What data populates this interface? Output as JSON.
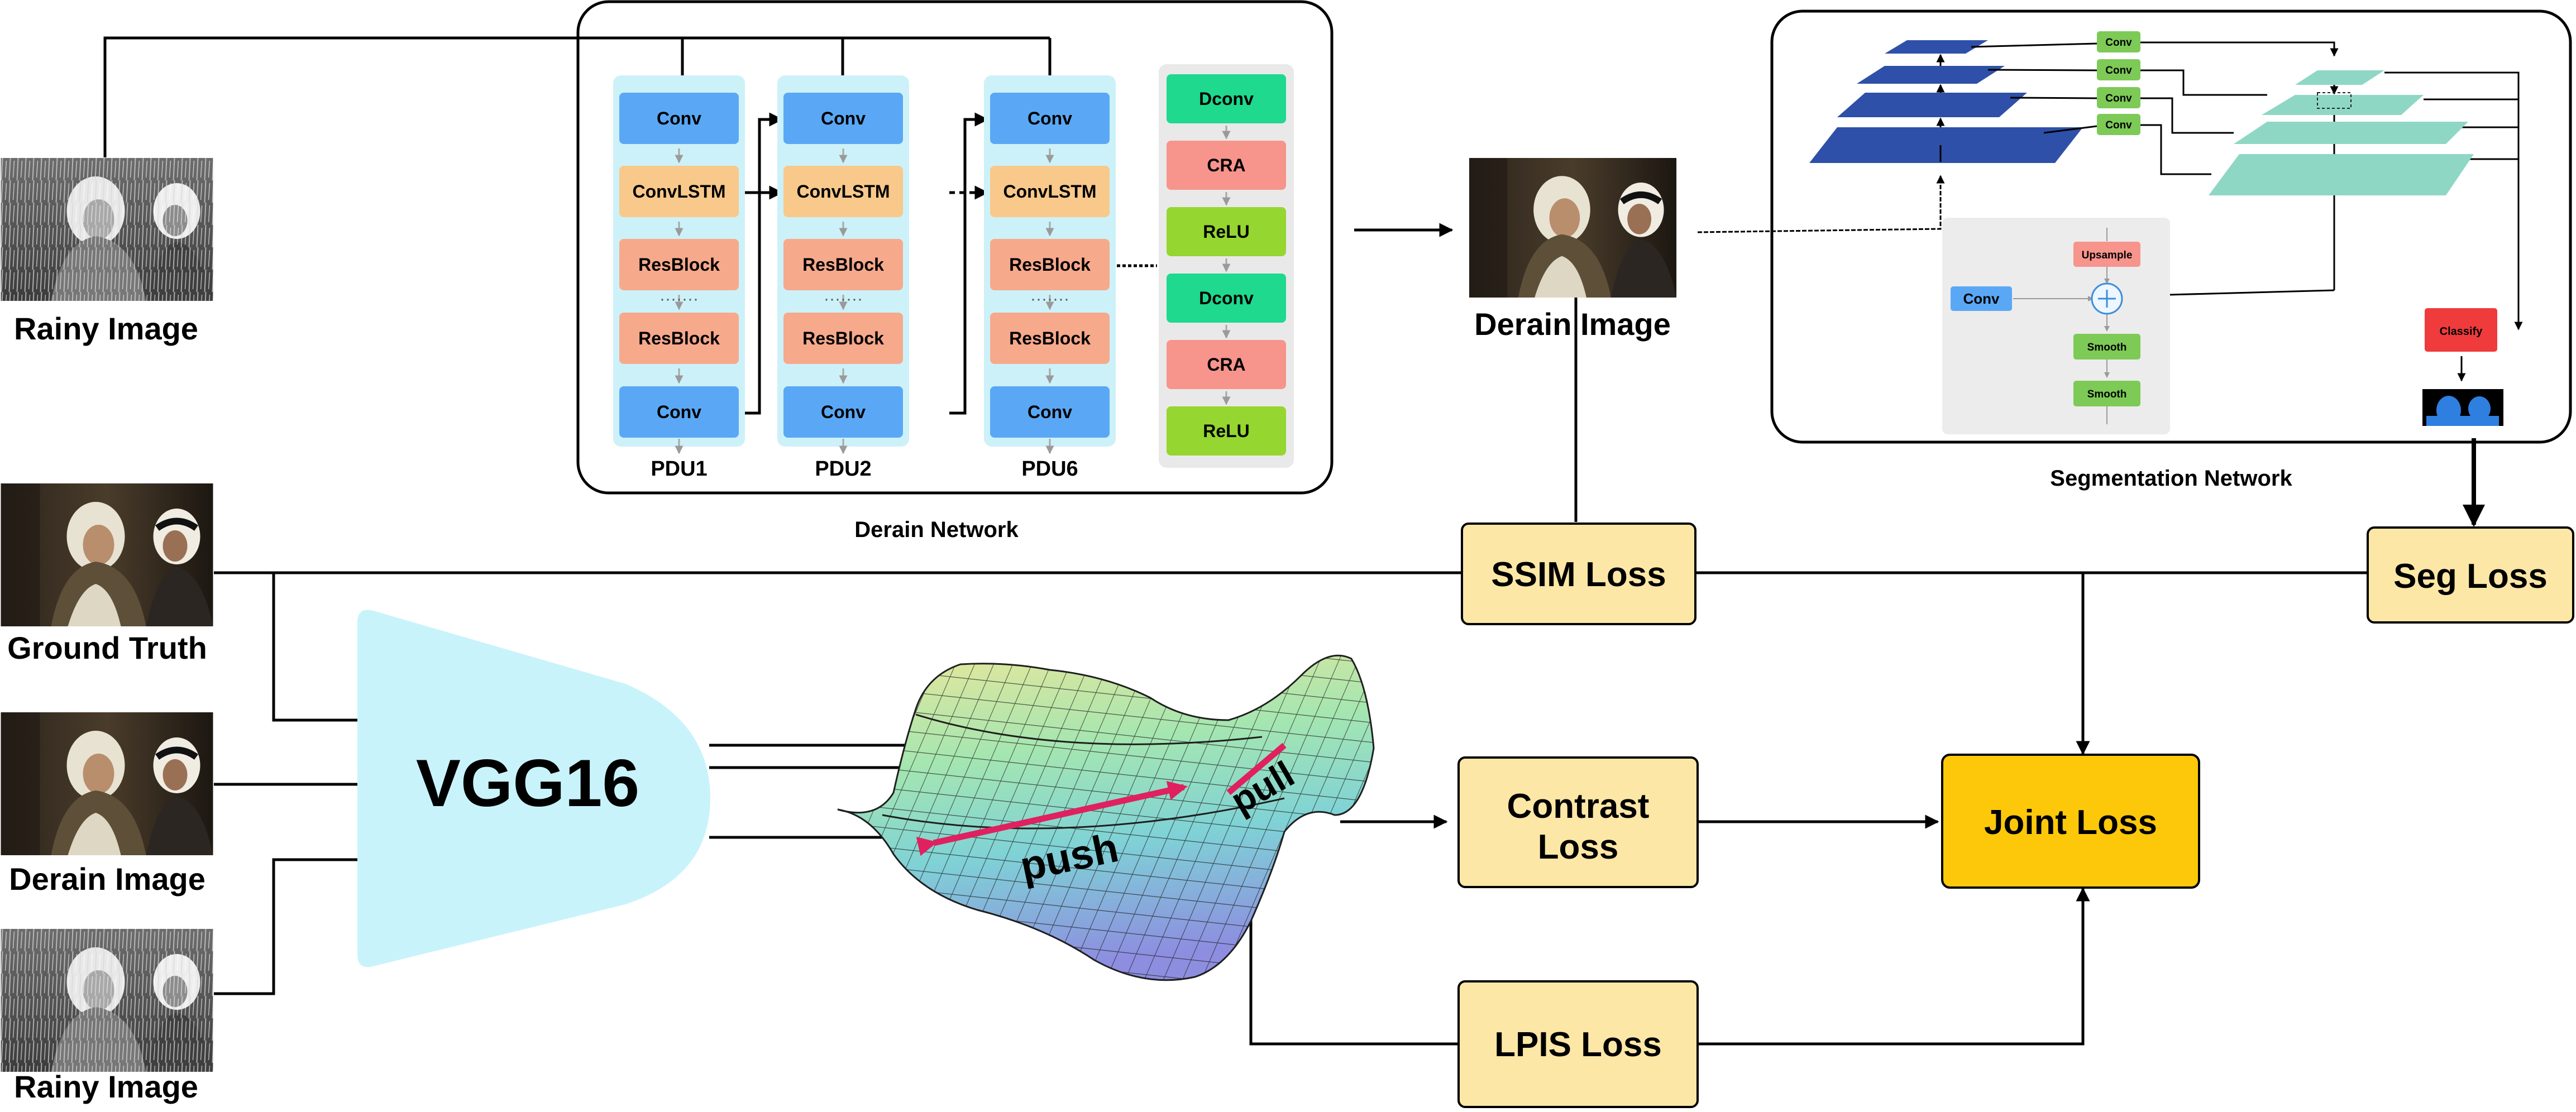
{
  "inputs": {
    "rainy_top": "Rainy Image",
    "ground_truth": "Ground Truth",
    "derain": "Derain Image",
    "rainy_bottom": "Rainy Image"
  },
  "derain_network": {
    "title": "Derain Network",
    "pdus": [
      {
        "label": "PDU1",
        "blocks": [
          "Conv",
          "ConvLSTM",
          "ResBlock",
          "ResBlock",
          "Conv"
        ]
      },
      {
        "label": "PDU2",
        "blocks": [
          "Conv",
          "ConvLSTM",
          "ResBlock",
          "ResBlock",
          "Conv"
        ]
      },
      {
        "label": "PDU6",
        "blocks": [
          "Conv",
          "ConvLSTM",
          "ResBlock",
          "ResBlock",
          "Conv"
        ]
      }
    ],
    "decoder": [
      "Dconv",
      "CRA",
      "ReLU",
      "Dconv",
      "CRA",
      "ReLU"
    ]
  },
  "derain_output": "Derain Image",
  "segmentation_network": {
    "title": "Segmentation Network",
    "convs": [
      "Conv",
      "Conv",
      "Conv",
      "Conv"
    ],
    "module": {
      "input": "Conv",
      "upsample": "Upsample",
      "smooth1": "Smooth",
      "smooth2": "Smooth"
    },
    "classify": "Classify"
  },
  "vgg": "VGG16",
  "landscape": {
    "push": "push",
    "pull": "pull"
  },
  "losses": {
    "ssim": "SSIM Loss",
    "seg": "Seg Loss",
    "contrast_line1": "Contrast",
    "contrast_line2": "Loss",
    "lpis": "LPIS Loss",
    "joint": "Joint Loss"
  },
  "colors": {
    "conv": "#5aa8f5",
    "convlstm": "#f8c98a",
    "resblock": "#f7a98c",
    "pdu_bg": "#cdf1f8",
    "decoder_bg": "#e9e9e9",
    "dconv": "#1ed98e",
    "cra": "#f7948c",
    "relu": "#95d630",
    "loss_box": "#fde7a6",
    "joint_box": "#fdc80a",
    "vgg": "#c9f3fb",
    "seg_blue": "#2e50a8",
    "seg_green": "#8ed7c5",
    "seg_conv": "#7dca57",
    "classify": "#ef3b3b",
    "push_arrow": "#e0205f"
  }
}
